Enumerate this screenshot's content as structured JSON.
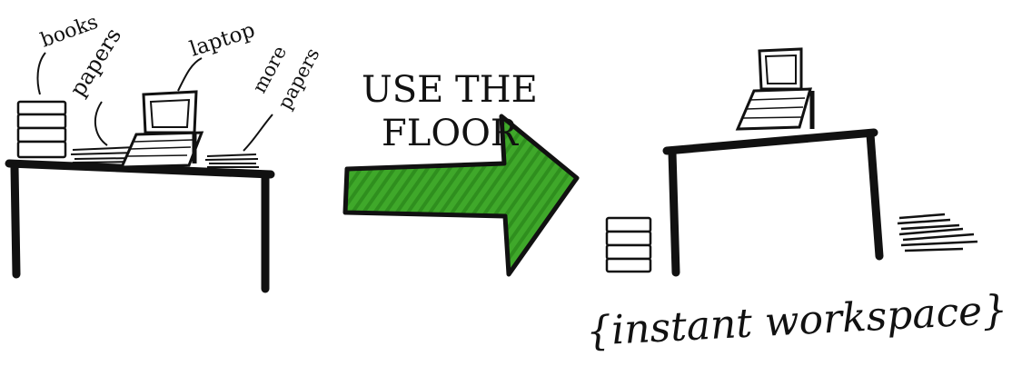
{
  "left_scene": {
    "labels": {
      "books": "books",
      "papers": "papers",
      "laptop": "laptop",
      "more_papers_line1": "more",
      "more_papers_line2": "papers"
    }
  },
  "arrow": {
    "caption_line1": "USE THE",
    "caption_line2": "FLOOR",
    "color": "#3fa82a"
  },
  "right_scene": {
    "caption": "{instant workspace}"
  }
}
